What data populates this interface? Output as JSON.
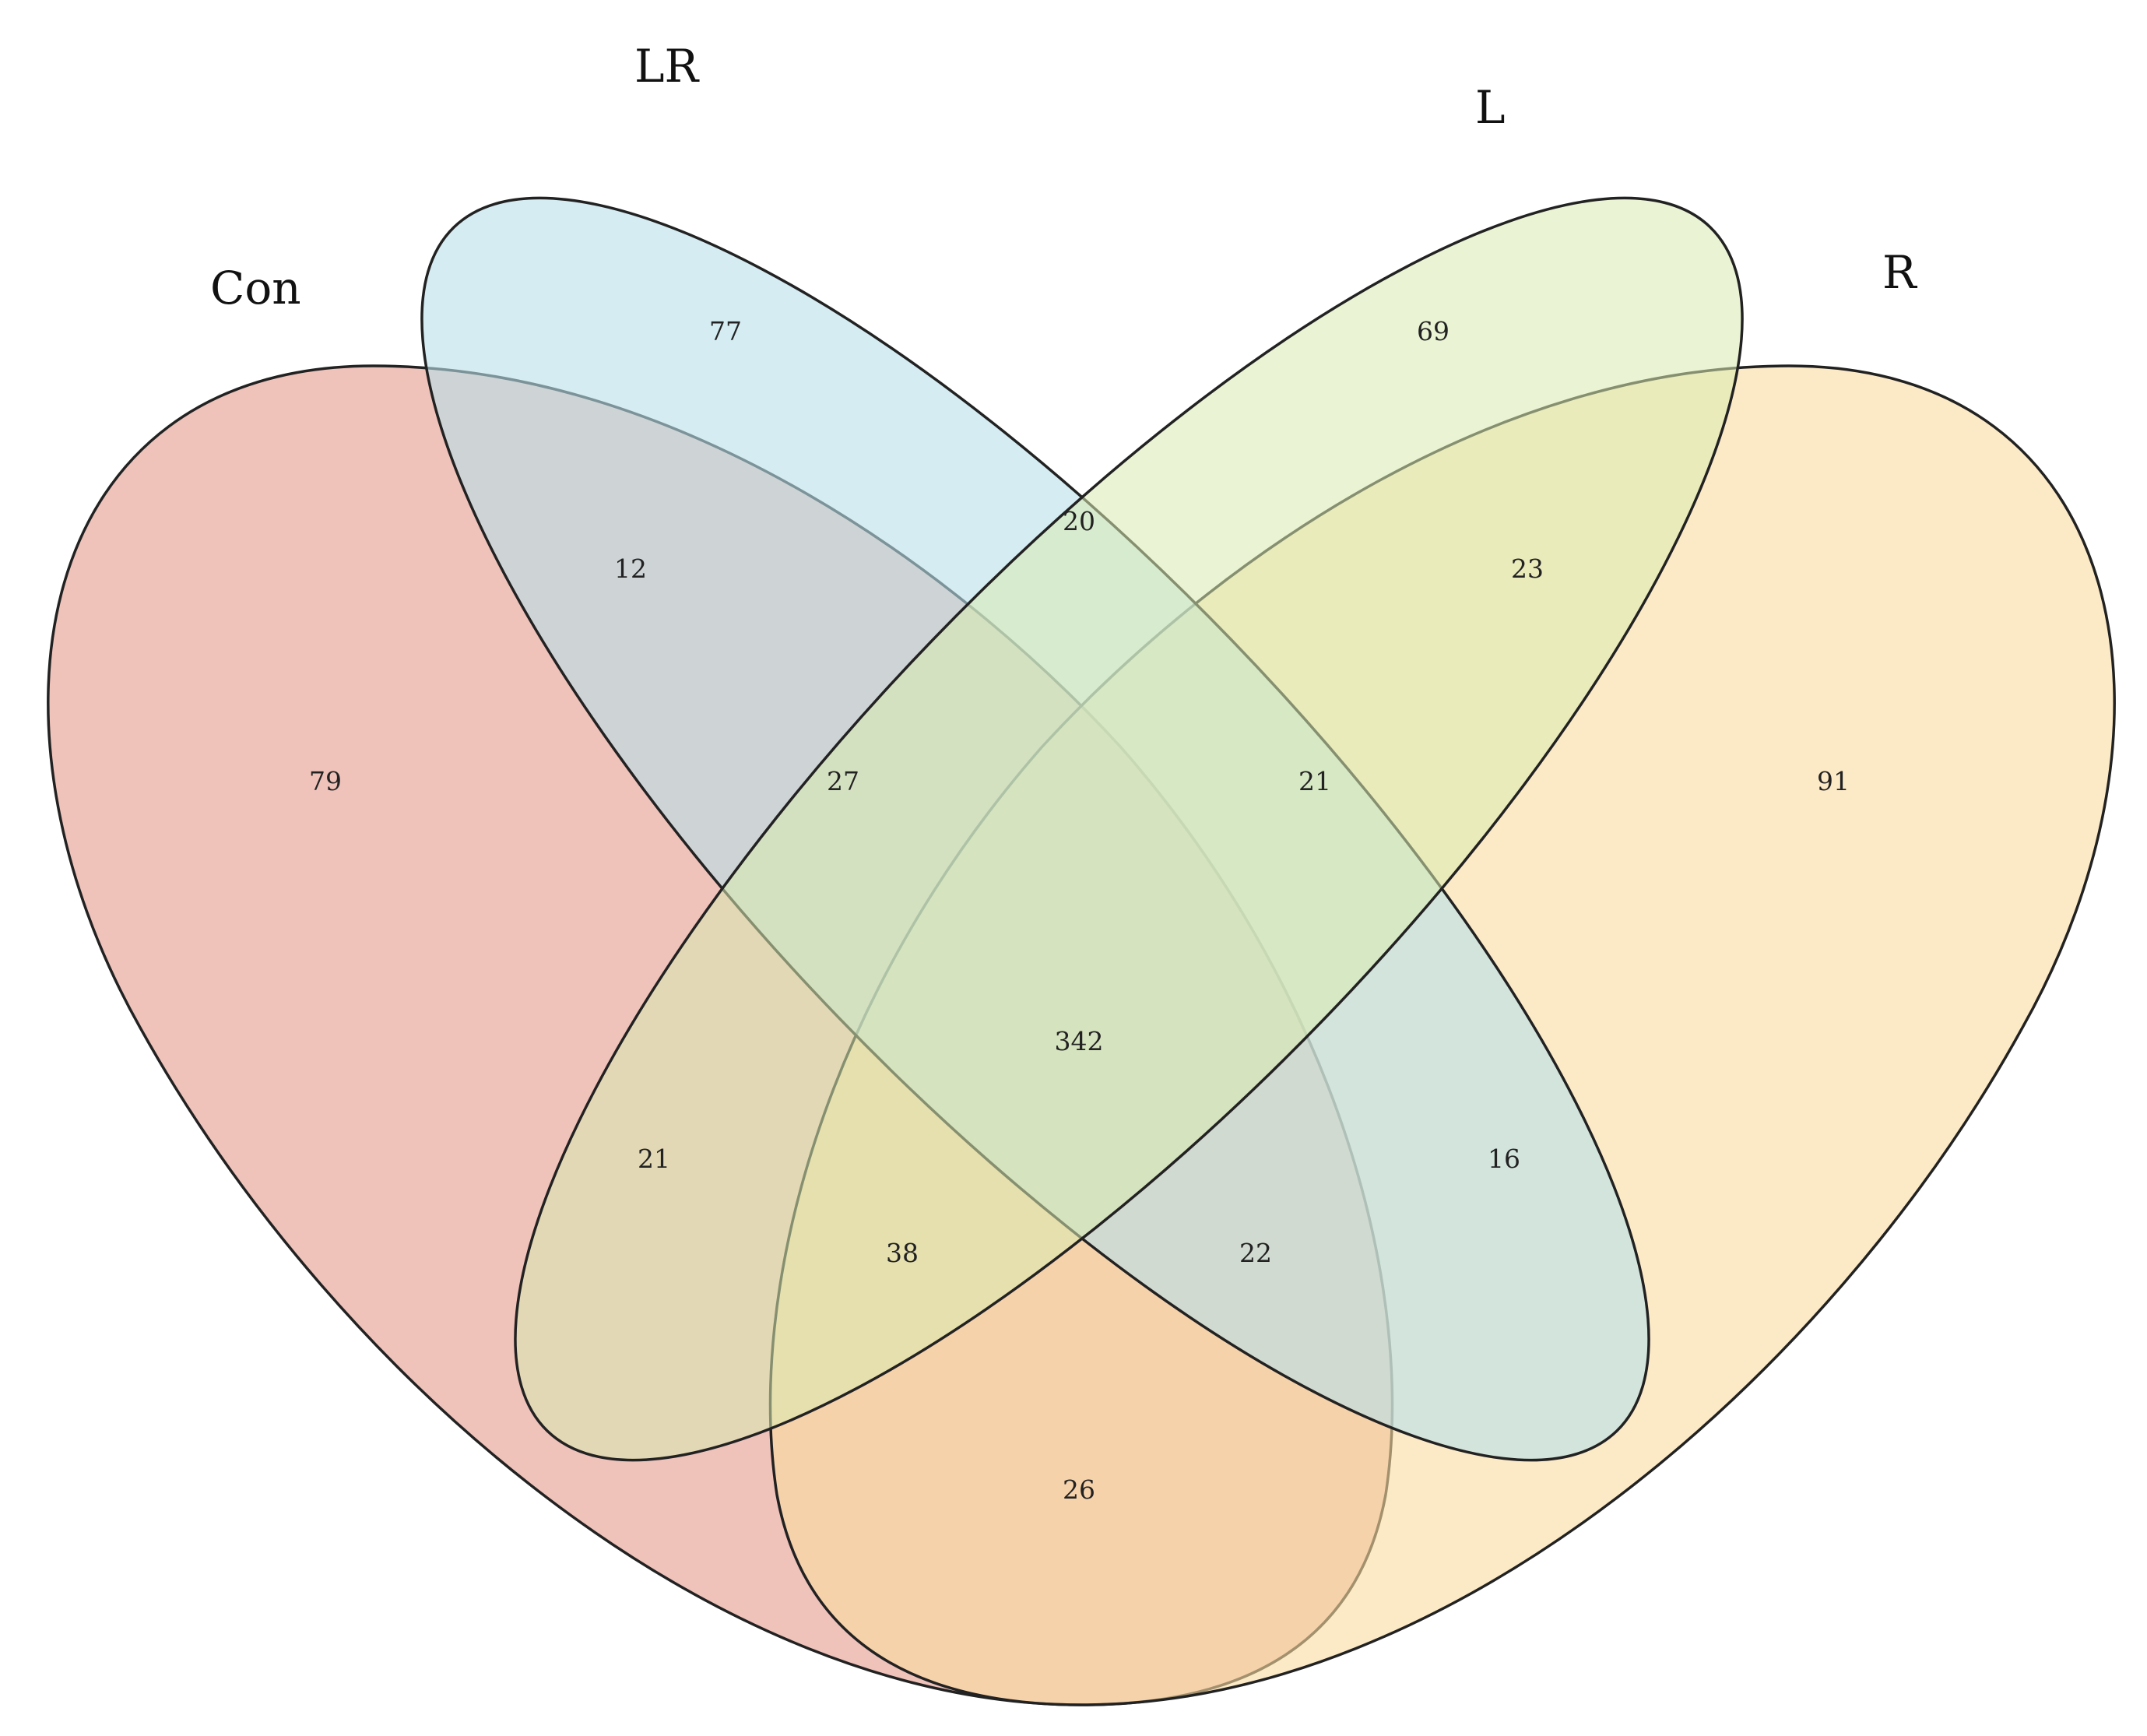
{
  "diagram": {
    "type": "venn-4",
    "sets": [
      {
        "id": "con",
        "label": "Con",
        "color": "#E7A295"
      },
      {
        "id": "lr",
        "label": "LR",
        "color": "#B7DFEA"
      },
      {
        "id": "l",
        "label": "L",
        "color": "#D8EBB0"
      },
      {
        "id": "r",
        "label": "R",
        "color": "#FADCA2"
      }
    ],
    "regions": {
      "con_only": "79",
      "lr_only": "77",
      "l_only": "69",
      "r_only": "91",
      "con_lr": "12",
      "lr_l": "20",
      "l_r": "23",
      "con_lr_l": "27",
      "lr_l_r": "21",
      "con_l": "21",
      "lr_r": "16",
      "all": "342",
      "con_l_r": "38",
      "con_lr_r": "22",
      "con_r": "26"
    }
  }
}
